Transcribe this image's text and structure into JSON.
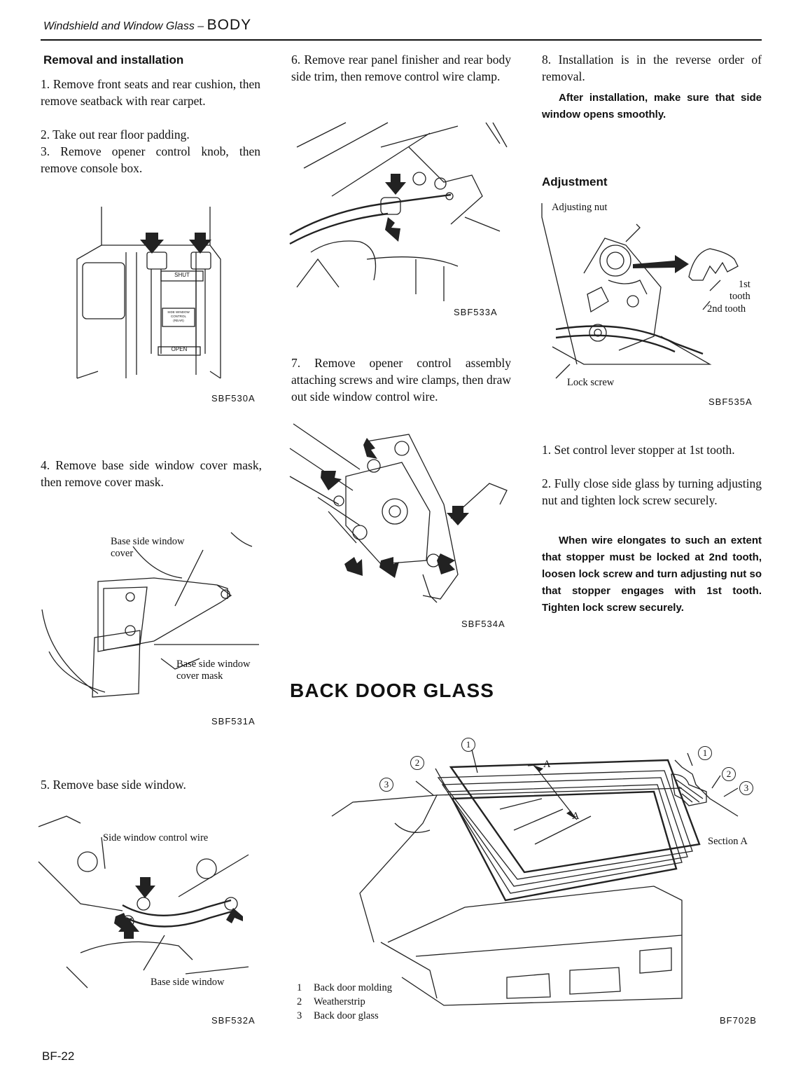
{
  "header": {
    "section": "Windshield and Window Glass –",
    "chapter": "BODY"
  },
  "col1": {
    "heading": "Removal and installation",
    "p1": "1. Remove front seats and rear cushion, then remove seatback with rear carpet.",
    "p2": "2. Take out rear floor padding.",
    "p3": "3. Remove opener control knob, then remove console box.",
    "fig530": {
      "shut": "SHUT",
      "mid1": "SIDE WINDOW",
      "mid2": "CONTROL",
      "mid3": "(REAR)",
      "open": "OPEN",
      "code": "SBF530A"
    },
    "p4": "4. Remove base side window cover mask, then remove cover mask.",
    "fig531": {
      "label1a": "Base side window",
      "label1b": "cover",
      "label2a": "Base side window",
      "label2b": "cover mask",
      "code": "SBF531A"
    },
    "p5": "5. Remove base side window.",
    "fig532": {
      "label1": "Side window control wire",
      "label2": "Base side window",
      "code": "SBF532A"
    }
  },
  "col2": {
    "p6": "6. Remove rear panel finisher and rear body side trim, then remove control wire clamp.",
    "fig533": {
      "code": "SBF533A"
    },
    "p7": "7. Remove opener control assembly attaching screws and wire clamps, then draw out side window control wire.",
    "fig534": {
      "code": "SBF534A"
    },
    "back_heading": "BACK DOOR GLASS"
  },
  "col3": {
    "p8": "8. Installation is in the reverse order of removal.",
    "note1": "After installation, make sure that side window opens smoothly.",
    "adj_heading": "Adjustment",
    "fig535": {
      "adjusting_nut": "Adjusting nut",
      "lock_screw": "Lock screw",
      "first": "1st",
      "tooth": "tooth",
      "second": "2nd tooth",
      "code": "SBF535A"
    },
    "s1": "1. Set control lever stopper at 1st tooth.",
    "s2": "2. Fully close side glass by turning adjusting nut and tighten lock screw securely.",
    "note2": "When wire elongates to such an extent that stopper must be locked at 2nd tooth, loosen lock screw and turn adjusting nut so that stopper engages with 1st tooth. Tighten lock screw securely."
  },
  "fig702": {
    "n1": "1",
    "n2": "2",
    "n3": "3",
    "a": "A",
    "section_a": "Section A",
    "legend": [
      {
        "num": "1",
        "text": "Back door molding"
      },
      {
        "num": "2",
        "text": "Weatherstrip"
      },
      {
        "num": "3",
        "text": "Back door glass"
      }
    ],
    "code": "BF702B"
  },
  "footer": {
    "page": "BF-22"
  }
}
